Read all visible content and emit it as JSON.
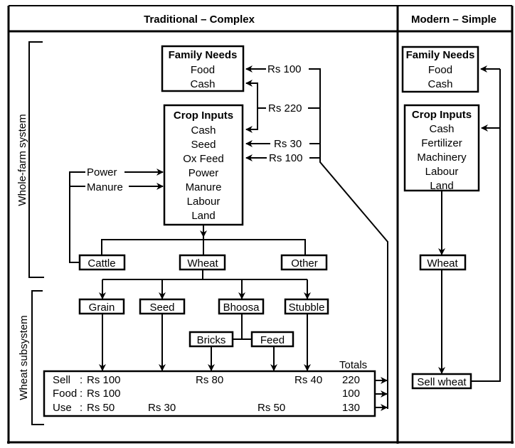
{
  "headers": {
    "traditional": "Traditional – Complex",
    "modern": "Modern – Simple"
  },
  "side_labels": {
    "whole_farm": "Whole-farm system",
    "wheat_subsystem": "Wheat subsystem"
  },
  "traditional": {
    "family_needs": {
      "title": "Family Needs",
      "items": [
        "Food",
        "Cash"
      ]
    },
    "crop_inputs": {
      "title": "Crop Inputs",
      "items": [
        "Cash",
        "Seed",
        "Ox Feed",
        "Power",
        "Manure",
        "Labour",
        "Land"
      ]
    },
    "flows": {
      "to_food": "Rs 100",
      "to_cash": "Rs 220",
      "to_seed": "Rs 30",
      "to_ox_feed": "Rs 100",
      "power": "Power",
      "manure": "Manure"
    },
    "enterprises": [
      "Cattle",
      "Wheat",
      "Other"
    ],
    "wheat_products": [
      "Grain",
      "Seed",
      "Bhoosa",
      "Stubble"
    ],
    "bhoosa_uses": [
      "Bricks",
      "Feed"
    ],
    "summary": {
      "totals_label": "Totals",
      "rows": [
        {
          "label": "Sell",
          "sep": ":",
          "values": [
            "Rs 100",
            "Rs 80",
            "Rs 40"
          ],
          "total": "220"
        },
        {
          "label": "Food",
          "sep": ":",
          "values": [
            "Rs 100"
          ],
          "total": "100"
        },
        {
          "label": "Use",
          "sep": ":",
          "values": [
            "Rs 50",
            "Rs 30",
            "Rs 50"
          ],
          "total": "130"
        }
      ]
    }
  },
  "modern": {
    "family_needs": {
      "title": "Family Needs",
      "items": [
        "Food",
        "Cash"
      ]
    },
    "crop_inputs": {
      "title": "Crop Inputs",
      "items": [
        "Cash",
        "Fertilizer",
        "Machinery",
        "Labour",
        "Land"
      ]
    },
    "wheat": "Wheat",
    "sell_wheat": "Sell wheat"
  }
}
